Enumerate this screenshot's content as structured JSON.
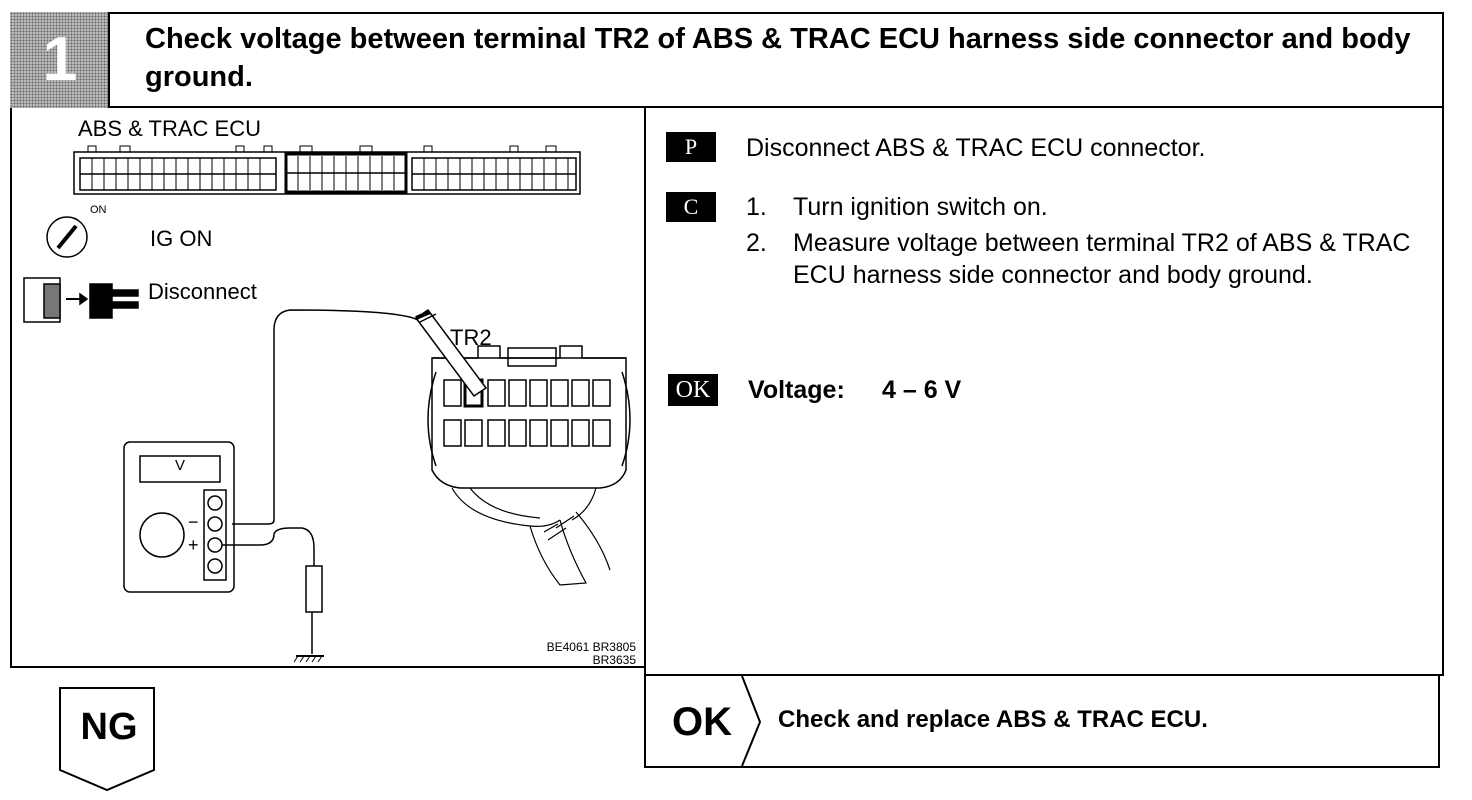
{
  "step": {
    "number": "1",
    "title": "Check voltage between terminal TR2 of ABS & TRAC ECU harness side connector and body ground."
  },
  "illustration": {
    "ecu_label": "ABS & TRAC ECU",
    "ig_on_small": "ON",
    "ig_on_label": "IG ON",
    "disconnect_label": "Disconnect",
    "terminal_label": "TR2",
    "meter_unit": "V",
    "meter_minus": "−",
    "meter_plus": "+",
    "figure_codes": [
      "BE4061 BR3805",
      "BR3635"
    ]
  },
  "procedure": {
    "prep_tag": "P",
    "prep_text": "Disconnect ABS & TRAC ECU connector.",
    "check_tag": "C",
    "check_steps": [
      {
        "num": "1.",
        "text": "Turn ignition switch on."
      },
      {
        "num": "2.",
        "text": "Measure voltage between terminal TR2 of ABS & TRAC ECU harness side connector and body ground."
      }
    ],
    "ok_tag": "OK",
    "spec_label": "Voltage:",
    "spec_value": "4 – 6 V"
  },
  "results": {
    "ng_label": "NG",
    "ok_label": "OK",
    "ok_action": "Check and replace ABS & TRAC ECU."
  }
}
